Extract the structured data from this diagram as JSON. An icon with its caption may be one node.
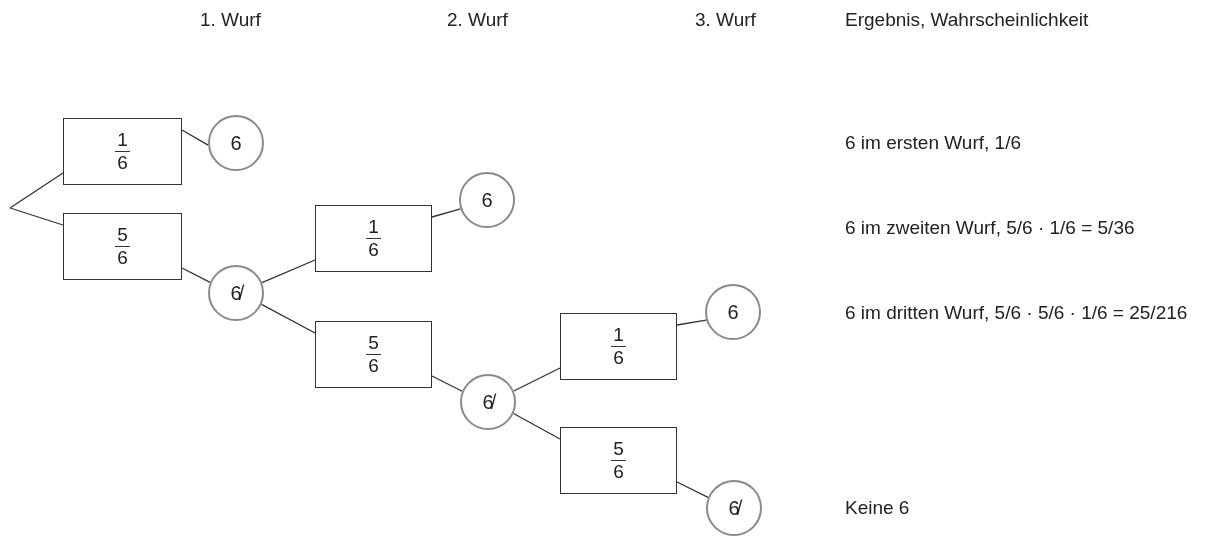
{
  "diagram": {
    "nodes": [
      {
        "text": [
          "1",
          "6"
        ]
      },
      {
        "text": [
          "6"
        ]
      },
      {
        "text": [
          "5",
          "6"
        ]
      },
      {
        "text": [
          "6̸"
        ]
      },
      {
        "text": [
          "1",
          "6"
        ]
      },
      {
        "text": [
          "6"
        ]
      },
      {
        "text": [
          "5",
          "6"
        ]
      },
      {
        "text": [
          "6̸"
        ]
      },
      {
        "text": [
          "1",
          "6"
        ]
      },
      {
        "text": [
          "6"
        ]
      },
      {
        "text": [
          "5",
          "6"
        ]
      },
      {
        "text": [
          "6̸"
        ]
      }
    ],
    "edges": [
      {
        "from": null,
        "to": 0,
        "arrow": "none"
      },
      {
        "from": null,
        "to": 2,
        "arrow": "none"
      },
      {
        "from": 0,
        "to": 1,
        "arrow": "none"
      },
      {
        "from": 2,
        "to": 3,
        "arrow": "none"
      },
      {
        "from": 3,
        "to": 4,
        "arrow": "none"
      },
      {
        "from": 3,
        "to": 6,
        "arrow": "none"
      },
      {
        "from": 4,
        "to": 5,
        "arrow": "none"
      },
      {
        "from": 6,
        "to": 7,
        "arrow": "none"
      },
      {
        "from": 7,
        "to": 8,
        "arrow": "none"
      },
      {
        "from": 7,
        "to": 10,
        "arrow": "none"
      },
      {
        "from": 8,
        "to": 9,
        "arrow": "none"
      },
      {
        "from": 10,
        "to": 11,
        "arrow": "none"
      }
    ],
    "labels": [
      "1. Wurf",
      "2. Wurf",
      "3. Wurf",
      "Ergebnis, Wahrscheinlichkeit",
      "6 im ersten Wurf, 1/6",
      "6 im zweiten Wurf, 5/6 · 1/6 = 5/36",
      "6 im dritten Wurf, 5/6 · 5/6 · 1/6 = 25/216",
      "Keine 6"
    ]
  }
}
